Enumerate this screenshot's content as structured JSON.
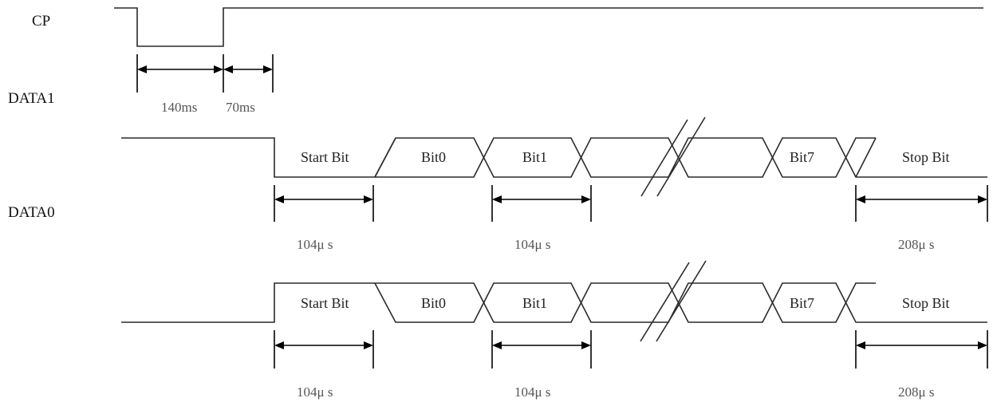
{
  "signals": {
    "cp": "CP",
    "data1": "DATA1",
    "data0": "DATA0"
  },
  "cp_timing": {
    "low_duration": "140ms",
    "gap_duration": "70ms"
  },
  "frame_top": {
    "bits": [
      "Start Bit",
      "Bit0",
      "Bit1",
      "Bit7",
      "Stop Bit"
    ],
    "durations": [
      "104μ s",
      "104μ s",
      "208μ s"
    ]
  },
  "frame_bottom": {
    "bits": [
      "Start Bit",
      "Bit0",
      "Bit1",
      "Bit7",
      "Stop Bit"
    ],
    "durations": [
      "104μ s",
      "104μ s",
      "208μ s"
    ]
  },
  "colors": {
    "line": "#2a2a2a",
    "arrow": "#000000",
    "duration_text": "#555555"
  }
}
